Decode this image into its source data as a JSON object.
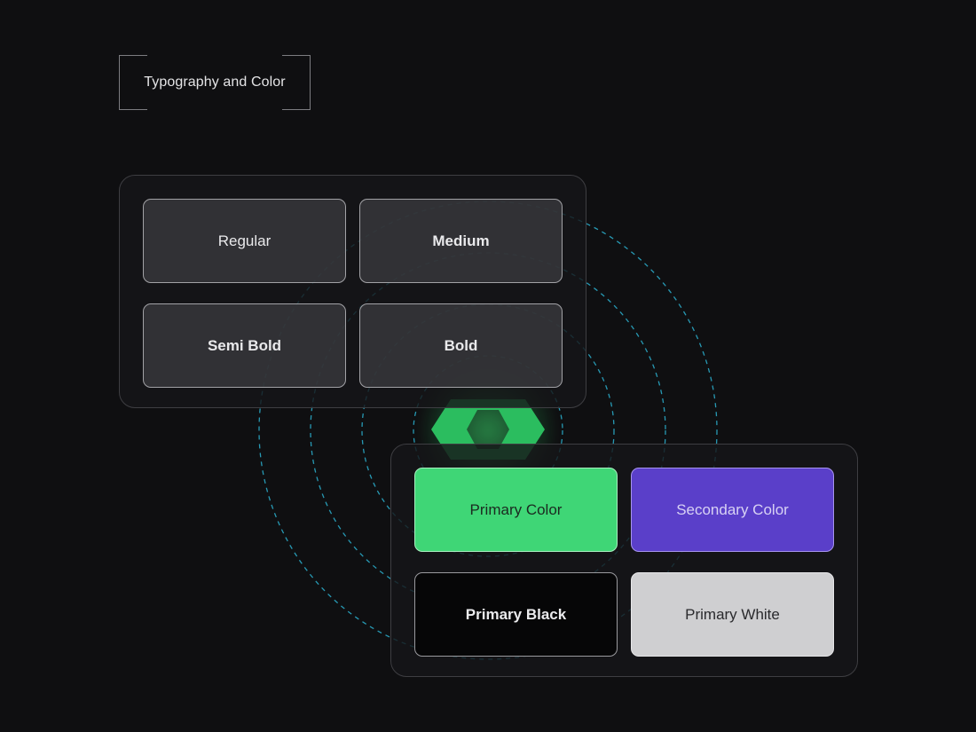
{
  "title": "Typography and Color",
  "typography": {
    "weights": [
      {
        "label": "Regular"
      },
      {
        "label": "Medium"
      },
      {
        "label": "Semi Bold"
      },
      {
        "label": "Bold"
      }
    ]
  },
  "colors": {
    "swatches": [
      {
        "label": "Primary Color",
        "hex": "#3fd676"
      },
      {
        "label": "Secondary Color",
        "hex": "#5a3fc9"
      },
      {
        "label": "Primary Black",
        "hex": "#060607"
      },
      {
        "label": "Primary White",
        "hex": "#cfcfd1"
      }
    ]
  },
  "theme": {
    "background": "#0f0f11",
    "ring_color": "#2aa9c6",
    "logo_color": "#2bbd5f"
  },
  "logo": {
    "icon": "hexagon-chevron-icon"
  }
}
